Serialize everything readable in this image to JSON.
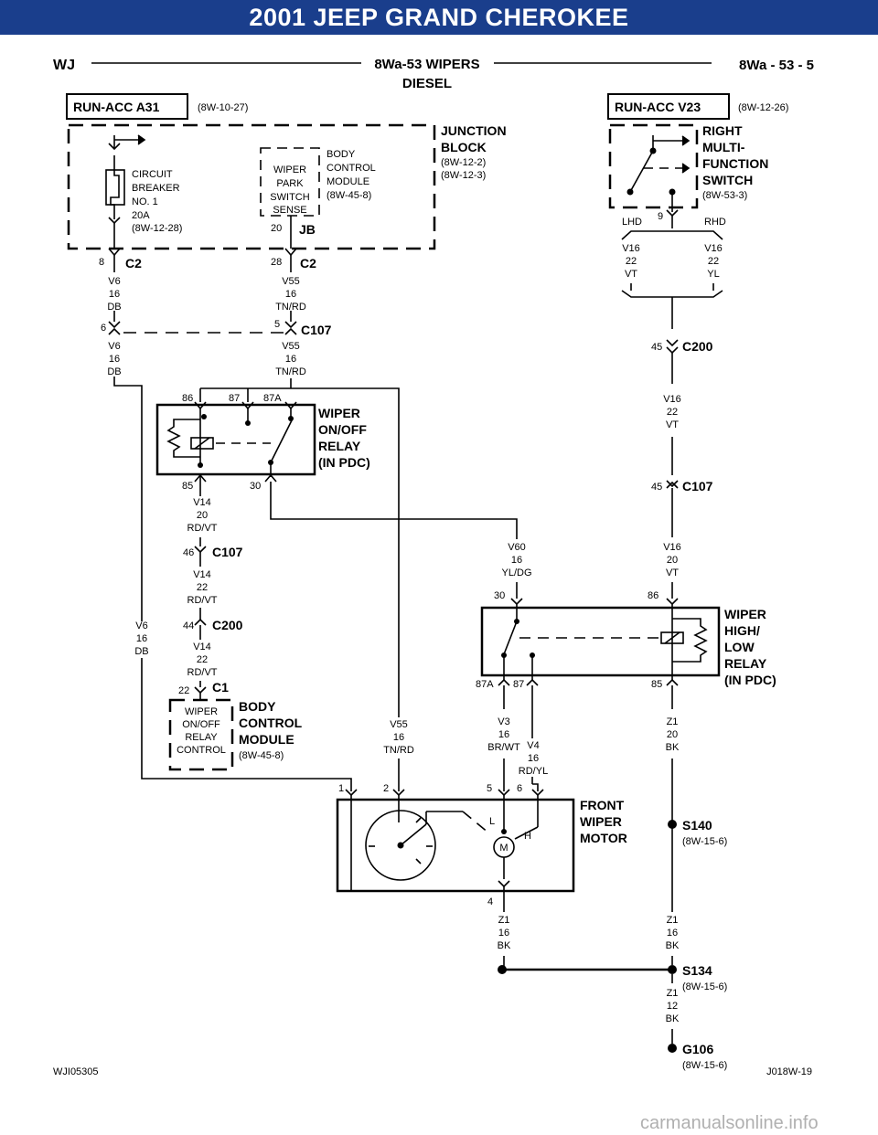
{
  "title": "2001 JEEP GRAND CHEROKEE",
  "header": {
    "left": "WJ",
    "center_line1": "8Wa-53 WIPERS",
    "center_line2": "DIESEL",
    "right": "8Wa - 53 - 5"
  },
  "footer": {
    "left": "WJI05305",
    "right": "J018W-19"
  },
  "watermark": "carmanualsonline.info",
  "sources": {
    "run_acc_a31": "RUN-ACC A31",
    "run_acc_a31_ref": "(8W-10-27)",
    "run_acc_v23": "RUN-ACC V23",
    "run_acc_v23_ref": "(8W-12-26)"
  },
  "junction_block": {
    "name_l1": "JUNCTION",
    "name_l2": "BLOCK",
    "ref1": "(8W-12-2)",
    "ref2": "(8W-12-3)",
    "cb_l1": "CIRCUIT",
    "cb_l2": "BREAKER",
    "cb_l3": "NO. 1",
    "cb_l4": "20A",
    "cb_ref": "(8W-12-28)",
    "wp_l1": "WIPER",
    "wp_l2": "PARK",
    "wp_l3": "SWITCH",
    "wp_l4": "SENSE",
    "bcm_l1": "BODY",
    "bcm_l2": "CONTROL",
    "bcm_l3": "MODULE",
    "bcm_ref": "(8W-45-8)",
    "jb_label": "JB",
    "jb_pin": "20"
  },
  "rmfs": {
    "l1": "RIGHT",
    "l2": "MULTI-",
    "l3": "FUNCTION",
    "l4": "SWITCH",
    "ref": "(8W-53-3)",
    "pin": "9",
    "lhd": "LHD",
    "rhd": "RHD"
  },
  "connectors": {
    "c2": "C2",
    "c107": "C107",
    "c200": "C200",
    "c1": "C1",
    "p8": "8",
    "p28": "28",
    "p6": "6",
    "p5": "5",
    "p45a": "45",
    "p45b": "45",
    "p46": "46",
    "p44": "44",
    "p22": "22"
  },
  "wires": {
    "v6": "V6",
    "g16": "16",
    "db": "DB",
    "v55": "V55",
    "tnrd": "TN/RD",
    "v16": "V16",
    "g22": "22",
    "vt": "VT",
    "yl": "YL",
    "g20": "20",
    "v14": "V14",
    "rdvt": "RD/VT",
    "v60": "V60",
    "yldg": "YL/DG",
    "v3": "V3",
    "brwt": "BR/WT",
    "v4": "V4",
    "rdyl": "RD/YL",
    "z1": "Z1",
    "bk": "BK",
    "g12": "12"
  },
  "onoff_relay": {
    "l1": "WIPER",
    "l2": "ON/OFF",
    "l3": "RELAY",
    "l4": "(IN PDC)",
    "p86": "86",
    "p87": "87",
    "p87a": "87A",
    "p85": "85",
    "p30": "30"
  },
  "hl_relay": {
    "l1": "WIPER",
    "l2": "HIGH/",
    "l3": "LOW",
    "l4": "RELAY",
    "l5": "(IN PDC)",
    "p30": "30",
    "p86": "86",
    "p87a": "87A",
    "p87": "87",
    "p85": "85"
  },
  "bcm": {
    "l1": "BODY",
    "l2": "CONTROL",
    "l3": "MODULE",
    "ref": "(8W-45-8)",
    "c_l1": "WIPER",
    "c_l2": "ON/OFF",
    "c_l3": "RELAY",
    "c_l4": "CONTROL"
  },
  "motor": {
    "l1": "FRONT",
    "l2": "WIPER",
    "l3": "MOTOR",
    "p1": "1",
    "p2": "2",
    "p5": "5",
    "p6": "6",
    "p4": "4",
    "m": "M",
    "l": "L",
    "h": "H"
  },
  "splices": {
    "s140": "S140",
    "s140_ref": "(8W-15-6)",
    "s134": "S134",
    "s134_ref": "(8W-15-6)",
    "g106": "G106",
    "g106_ref": "(8W-15-6)"
  }
}
